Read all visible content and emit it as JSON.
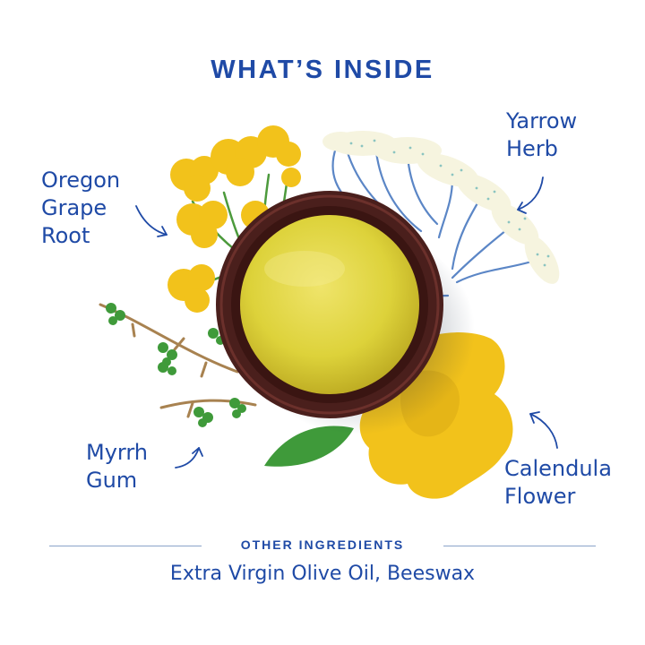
{
  "title": "WHAT’S INSIDE",
  "ingredients": {
    "oregon_grape": [
      "Oregon",
      "Grape",
      "Root"
    ],
    "yarrow": [
      "Yarrow",
      "Herb"
    ],
    "myrrh": [
      "Myrrh",
      "Gum"
    ],
    "calendula": [
      "Calendula",
      "Flower"
    ]
  },
  "other": {
    "heading": "OTHER INGREDIENTS",
    "text": "Extra Virgin Olive Oil, Beeswax"
  },
  "colors": {
    "text_blue": "#1f4aa6",
    "flower_yellow": "#f2c21b",
    "leaf_green": "#3f9a3a",
    "jar_brown": "#4a1f1c",
    "salve_yellow": "#d9cf33",
    "yarrow_cream": "#f6f4df",
    "line_blue": "#5b86c6"
  }
}
